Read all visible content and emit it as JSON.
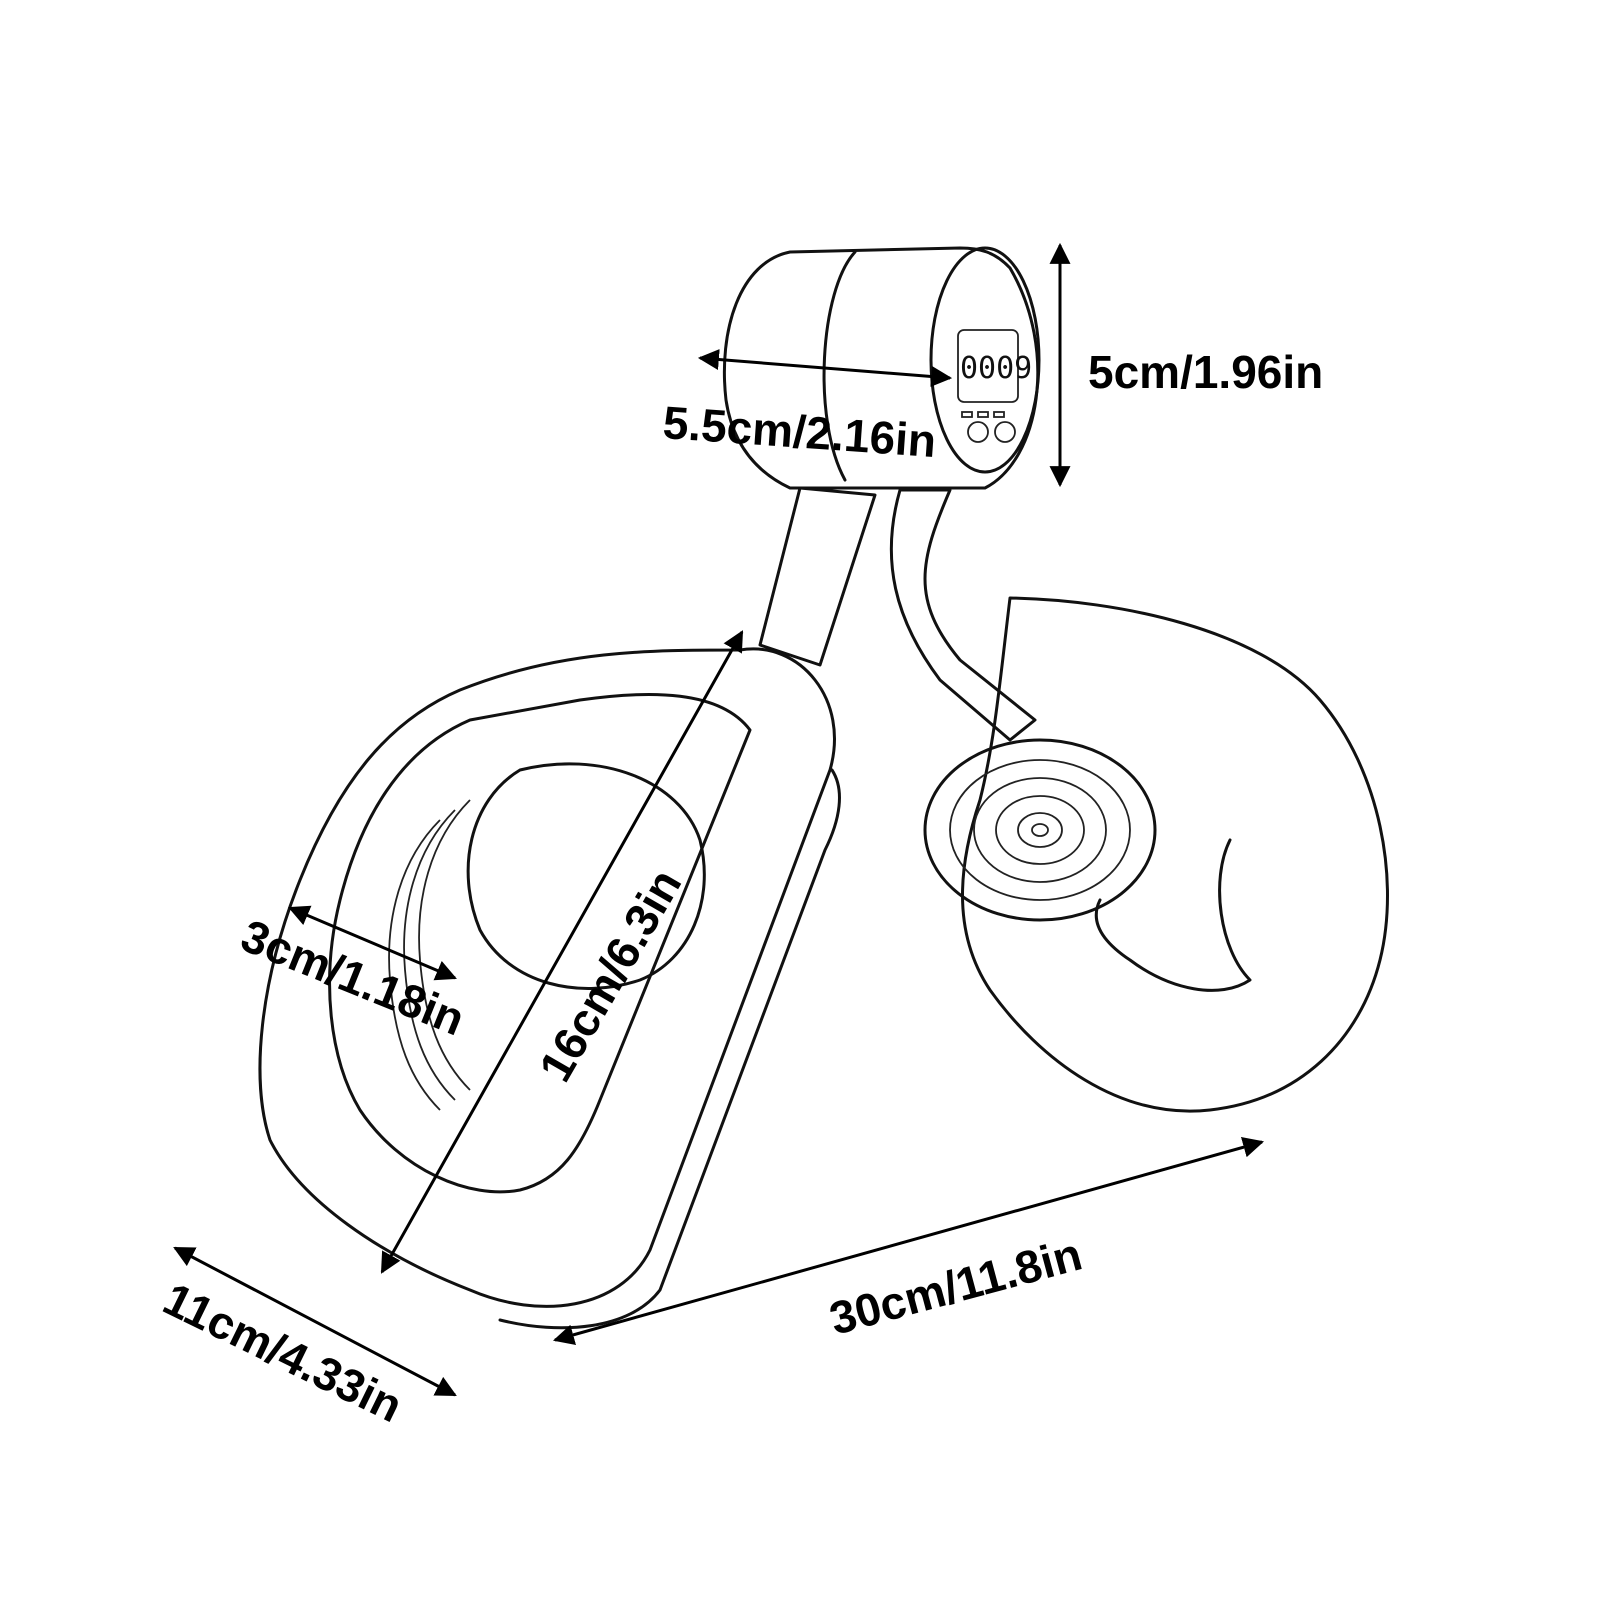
{
  "colors": {
    "line": "#111111",
    "background": "#ffffff"
  },
  "device_display": {
    "reading": "0009"
  },
  "dimensions": {
    "depth_top": "5.5cm/2.16in",
    "height_top": "5cm/1.96in",
    "pad_width": "3cm/1.18in",
    "pad_length": "16cm/6.3in",
    "base_width": "11cm/4.33in",
    "total_length": "30cm/11.8in"
  }
}
